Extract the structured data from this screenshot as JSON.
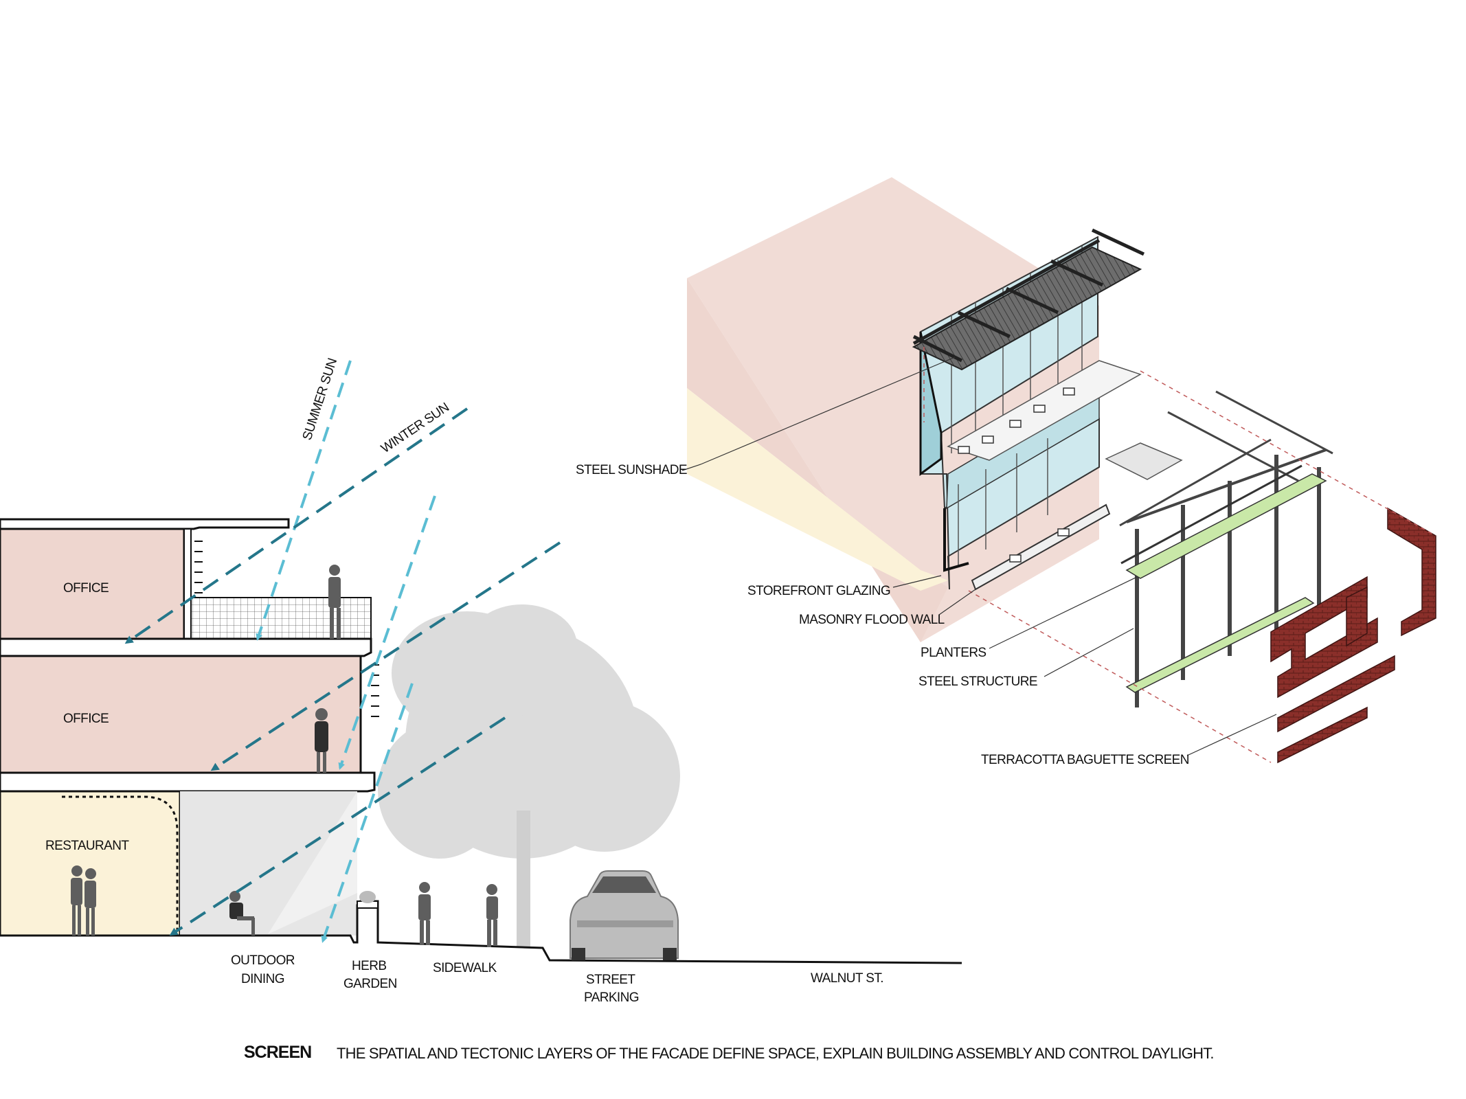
{
  "section": {
    "rooms": {
      "office_upper": "OFFICE",
      "office_lower": "OFFICE",
      "restaurant": "RESTAURANT"
    },
    "sun": {
      "summer": "SUMMER SUN",
      "winter": "WINTER SUN"
    },
    "ground": {
      "outdoor_dining": [
        "OUTDOOR",
        "DINING"
      ],
      "herb_garden": [
        "HERB",
        "GARDEN"
      ],
      "sidewalk": "SIDEWALK",
      "street_parking": [
        "STREET",
        "PARKING"
      ],
      "walnut": "WALNUT ST."
    }
  },
  "axon": {
    "labels": {
      "sunshade": "STEEL SUNSHADE",
      "glazing": "STOREFRONT GLAZING",
      "flood_wall": "MASONRY FLOOD WALL",
      "planters": "PLANTERS",
      "structure": "STEEL STRUCTURE",
      "terracotta": "TERRACOTTA BAGUETTE SCREEN"
    }
  },
  "caption": {
    "title": "SCREEN",
    "text": "THE SPATIAL AND TECTONIC LAYERS OF THE FACADE DEFINE SPACE, EXPLAIN BUILDING ASSEMBLY AND CONTROL DAYLIGHT."
  },
  "colors": {
    "office": "#eed6cf",
    "restaurant": "#fbf2d8",
    "sun_light": "#5bbdd3",
    "sun_dark": "#24768a",
    "glass": "#cfe9ee",
    "planter": "#c9e8a8",
    "terracotta": "#8a2f2a",
    "tree": "#dcdcdc"
  }
}
